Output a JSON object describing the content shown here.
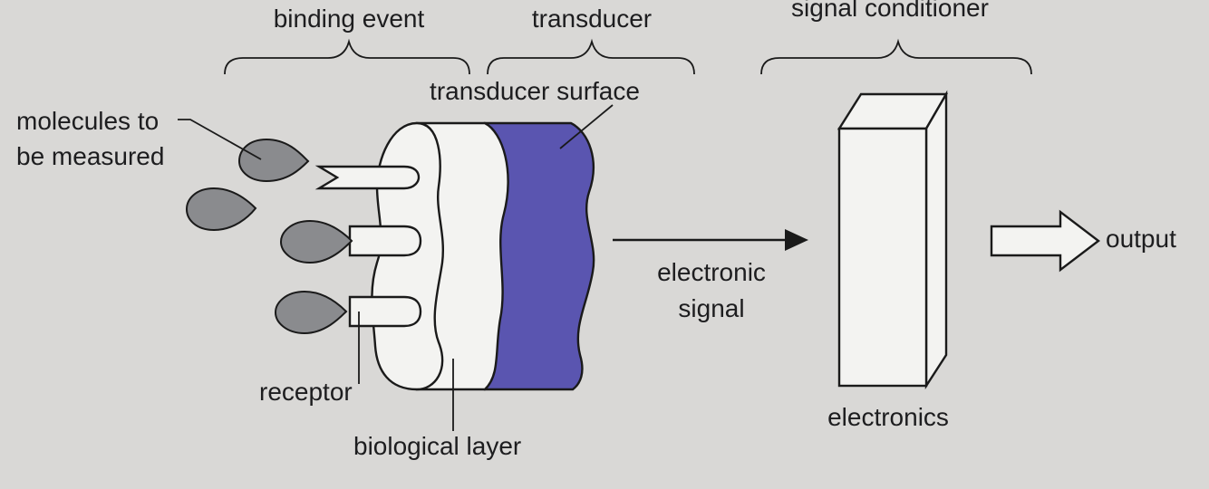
{
  "labels": {
    "binding_event": "binding event",
    "transducer": "transducer",
    "signal_conditioner": "signal conditioner",
    "transducer_surface": "transducer surface",
    "molecules_line1": "molecules to",
    "molecules_line2": "be measured",
    "receptor": "receptor",
    "biological_layer": "biological layer",
    "electronic_signal_line1": "electronic",
    "electronic_signal_line2": "signal",
    "electronics": "electronics",
    "output": "output"
  },
  "colors": {
    "background": "#d9d8d6",
    "transducer_fill": "#5a55b0",
    "molecule_fill": "#8a8b8e",
    "layer_fill": "#f3f3f1"
  }
}
